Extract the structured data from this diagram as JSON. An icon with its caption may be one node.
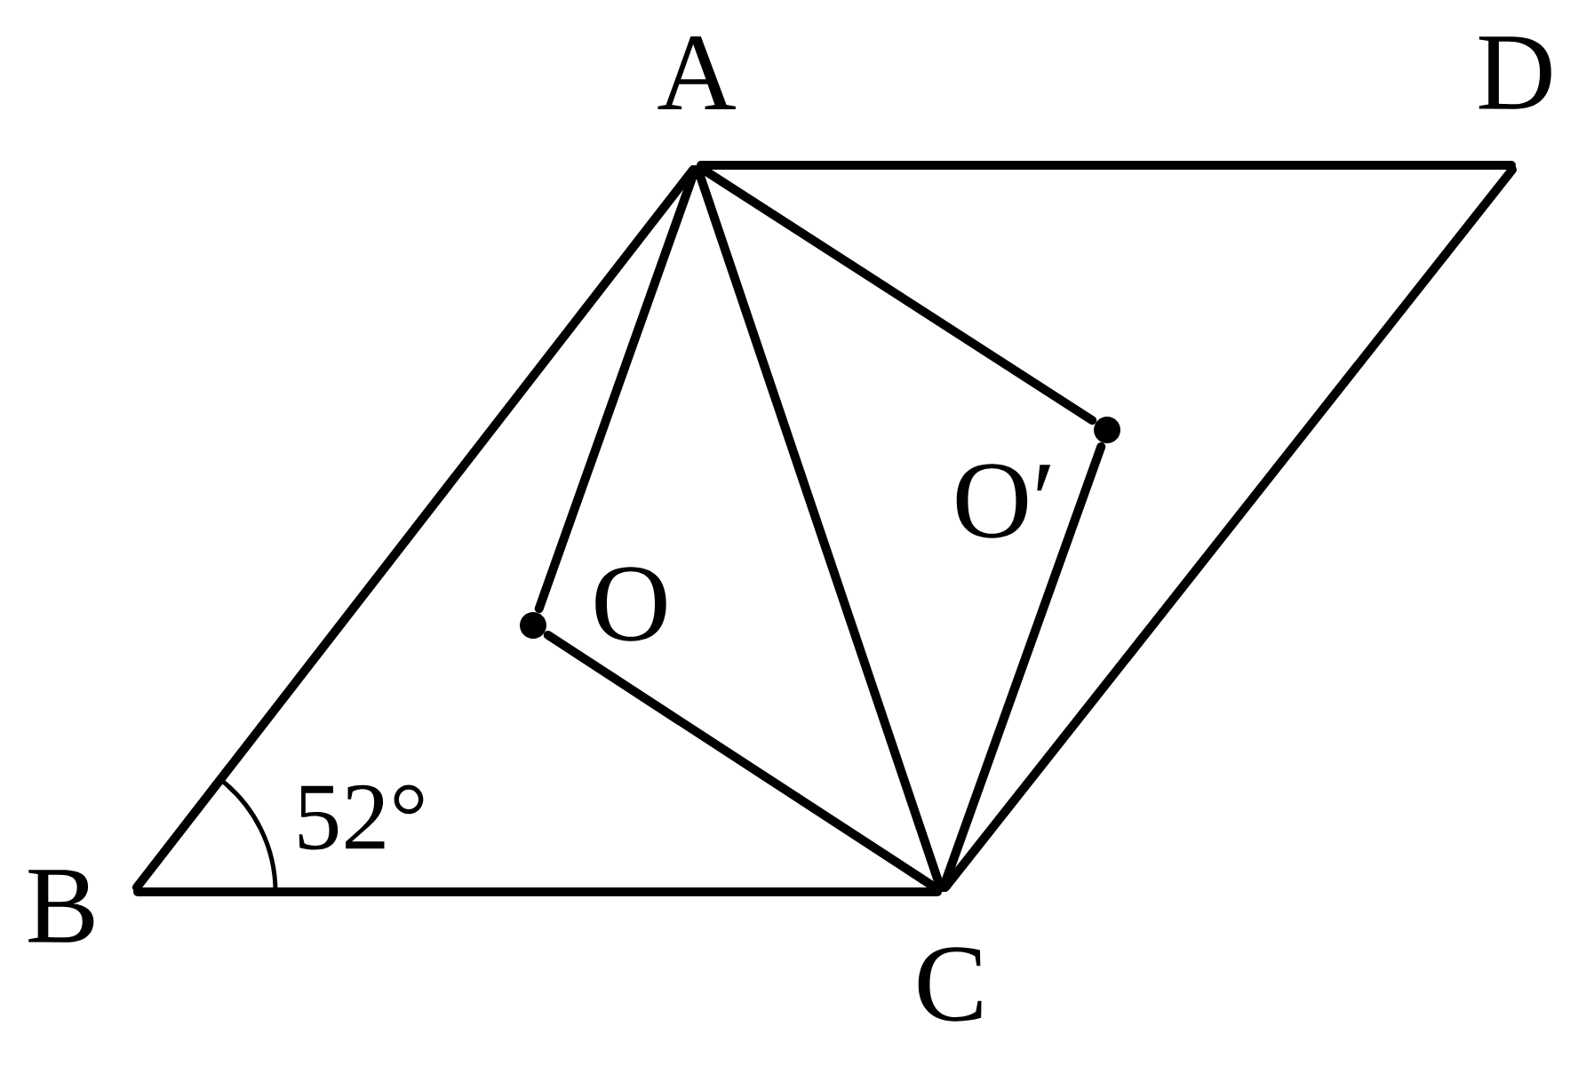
{
  "diagram": {
    "nodes": [
      {
        "text": [
          "A"
        ]
      },
      {
        "text": [
          "D"
        ]
      },
      {
        "text": [
          "B"
        ]
      },
      {
        "text": [
          "C"
        ]
      },
      {
        "text": [],
        "shape": "circle",
        "beside": [
          "O"
        ]
      },
      {
        "text": [],
        "shape": "circle",
        "beside": [
          "O′"
        ]
      }
    ],
    "edges": [
      {
        "from": 0,
        "to": 1,
        "arrow": "none"
      },
      {
        "from": 0,
        "to": 2,
        "arrow": "none"
      },
      {
        "from": 2,
        "to": 3,
        "arrow": "none"
      },
      {
        "from": 1,
        "to": 3,
        "arrow": "none"
      },
      {
        "from": 0,
        "to": 3,
        "arrow": "none"
      },
      {
        "from": 0,
        "to": 4,
        "arrow": "none"
      },
      {
        "from": 4,
        "to": 3,
        "arrow": "none"
      },
      {
        "from": 0,
        "to": 5,
        "arrow": "none"
      },
      {
        "from": 5,
        "to": 3,
        "arrow": "none"
      }
    ],
    "labels": [
      "52°"
    ]
  }
}
